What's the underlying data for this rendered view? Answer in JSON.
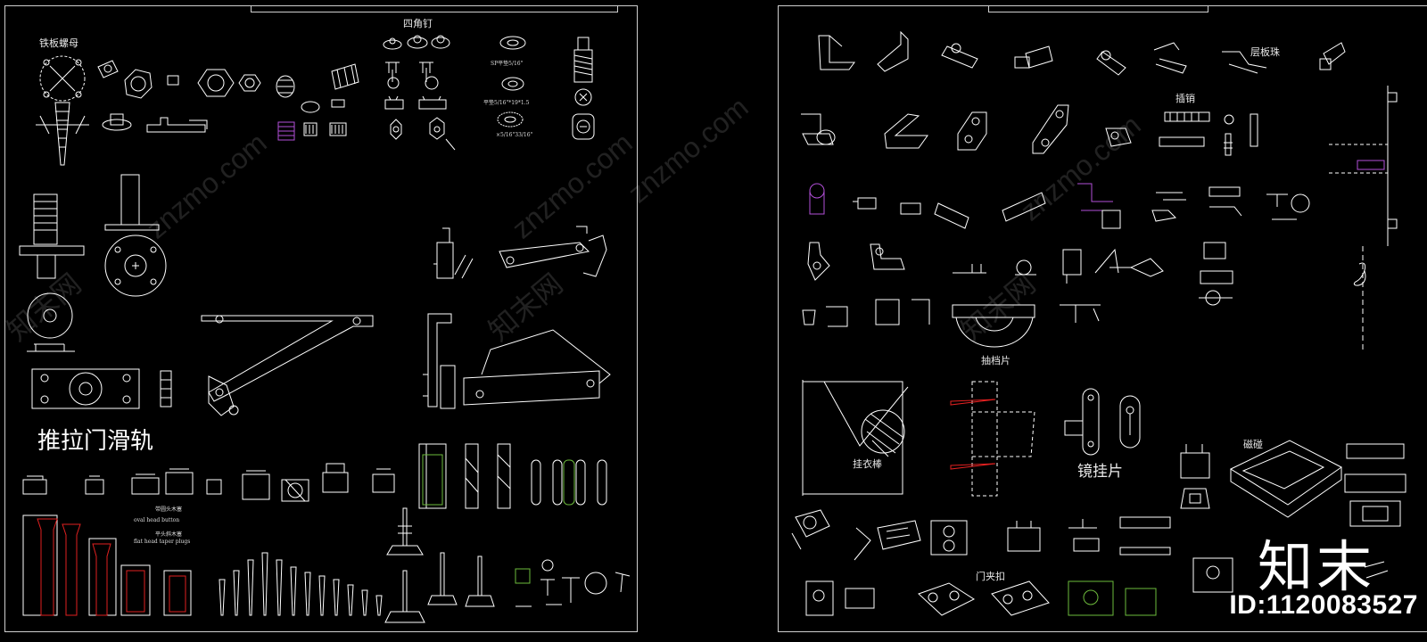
{
  "labels": {
    "iron_nut": "铁板螺母",
    "four_corner_nail": "四角钉",
    "sliding_door_rail": "推拉门滑轨",
    "shelf_bead": "层板珠",
    "latch_pin": "插销",
    "drawer_stopper": "抽档片",
    "hanger_rod": "挂衣棒",
    "mirror_hanger": "镜挂片",
    "magnetic_catch": "磁碰",
    "door_clip": "门夹扣"
  },
  "small_notes": {
    "washer_1": "SP平垫5/16\"",
    "washer_2": "平垫5/16\"*19*1.5",
    "washer_3": "×5/16\"33/16\"",
    "oval_head_cn": "带圆头木塞",
    "oval_head_en": "oval head button",
    "flat_head_cn": "平头斜木塞",
    "flat_head_en": "flat head taper plugs"
  },
  "watermark": {
    "site": "znzmo.com",
    "cn": "知末网",
    "logo": "知末",
    "id": "ID:1120083527"
  },
  "colors": {
    "background": "#000000",
    "line": "#ffffff",
    "accent_purple": "#b24fd8",
    "accent_red": "#e02020",
    "accent_green": "#6dbb3c"
  }
}
